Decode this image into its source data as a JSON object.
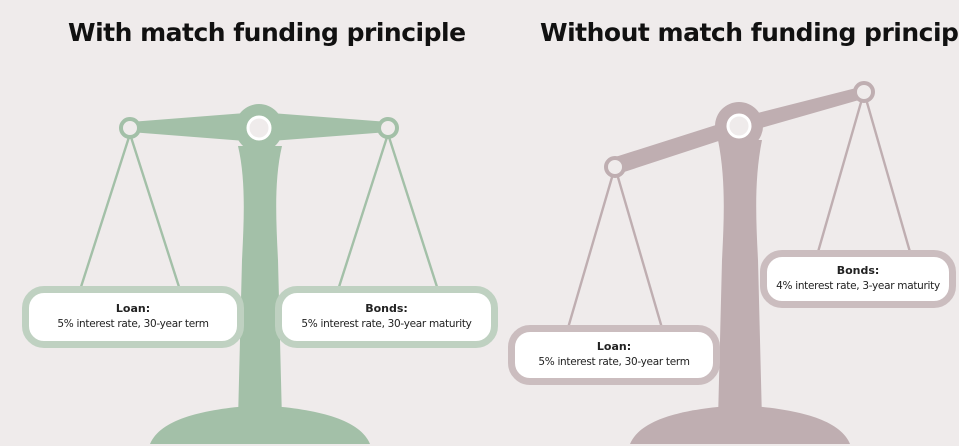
{
  "panels": [
    {
      "title": "With match funding principle",
      "accent_color": "#a3c0a8",
      "tilt": "balanced",
      "loan": {
        "heading": "Loan:",
        "detail": "5% interest rate, 30-year term"
      },
      "bonds": {
        "heading": "Bonds:",
        "detail": "5% interest rate, 30-year maturity"
      }
    },
    {
      "title": "Without match funding principle",
      "accent_color": "#bfaeb1",
      "tilt": "loan side lower",
      "loan": {
        "heading": "Loan:",
        "detail": "5% interest rate, 30-year term"
      },
      "bonds": {
        "heading": "Bonds:",
        "detail": "4% interest rate, 3-year maturity"
      }
    }
  ]
}
